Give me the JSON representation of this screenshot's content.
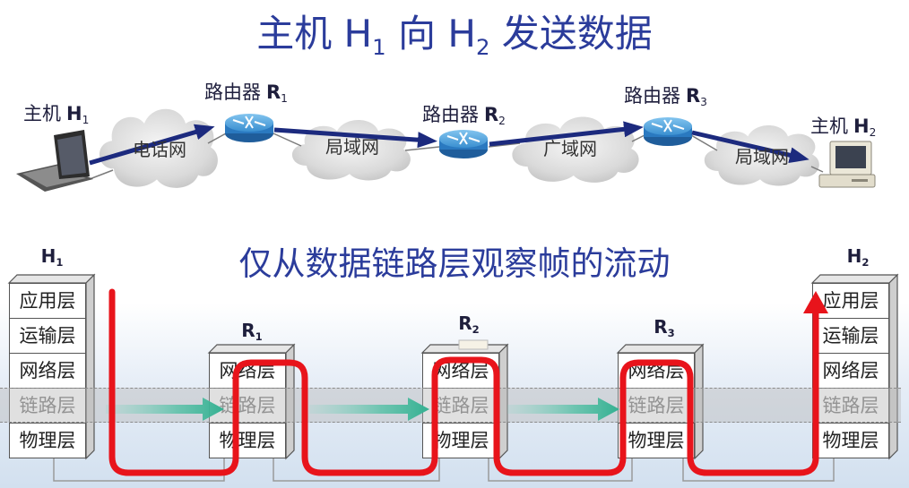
{
  "title": {
    "part1": "主机 H",
    "sub1": "1",
    "part2": " 向 H",
    "sub2": "2",
    "part3": " 发送数据"
  },
  "network": {
    "host1": {
      "label": "主机",
      "name": "H",
      "sub": "1",
      "icon": "laptop-icon"
    },
    "host2": {
      "label": "主机",
      "name": "H",
      "sub": "2",
      "icon": "desktop-computer-icon"
    },
    "routers": [
      {
        "label": "路由器",
        "name": "R",
        "sub": "1",
        "icon": "router-icon"
      },
      {
        "label": "路由器",
        "name": "R",
        "sub": "2",
        "icon": "router-icon"
      },
      {
        "label": "路由器",
        "name": "R",
        "sub": "3",
        "icon": "router-icon"
      }
    ],
    "clouds": [
      "电话网",
      "局域网",
      "广域网",
      "局域网"
    ]
  },
  "subtitle": "仅从数据链路层观察帧的流动",
  "stacks": {
    "h1": {
      "name": "H",
      "sub": "1",
      "layers": [
        "应用层",
        "运输层",
        "网络层",
        "链路层",
        "物理层"
      ]
    },
    "r1": {
      "name": "R",
      "sub": "1",
      "layers": [
        "网络层",
        "链路层",
        "物理层"
      ]
    },
    "r2": {
      "name": "R",
      "sub": "2",
      "layers": [
        "网络层",
        "链路层",
        "物理层"
      ]
    },
    "r3": {
      "name": "R",
      "sub": "3",
      "layers": [
        "网络层",
        "链路层",
        "物理层"
      ]
    },
    "h2": {
      "name": "H",
      "sub": "2",
      "layers": [
        "应用层",
        "运输层",
        "网络层",
        "链路层",
        "物理层"
      ]
    }
  },
  "colors": {
    "title": "#2b3c9b",
    "route_arrow": "#1c2a7e",
    "frame_flow": "#e8141b",
    "link_arrow": "#34b091",
    "router": "#2a79c0",
    "cloud": "#d6d6d6"
  }
}
